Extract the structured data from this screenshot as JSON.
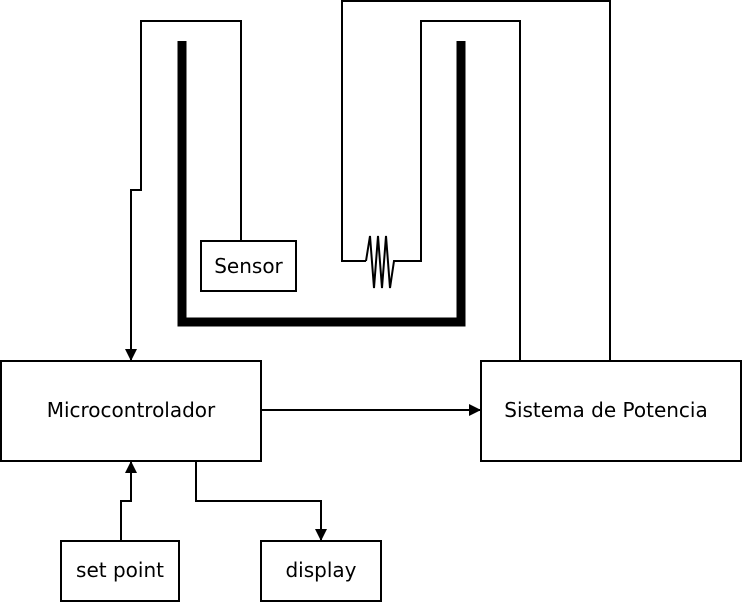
{
  "blocks": {
    "sensor": "Sensor",
    "microcontroller": "Microcontrolador",
    "power_system": "Sistema de Potencia",
    "set_point": "set point",
    "display": "display"
  }
}
